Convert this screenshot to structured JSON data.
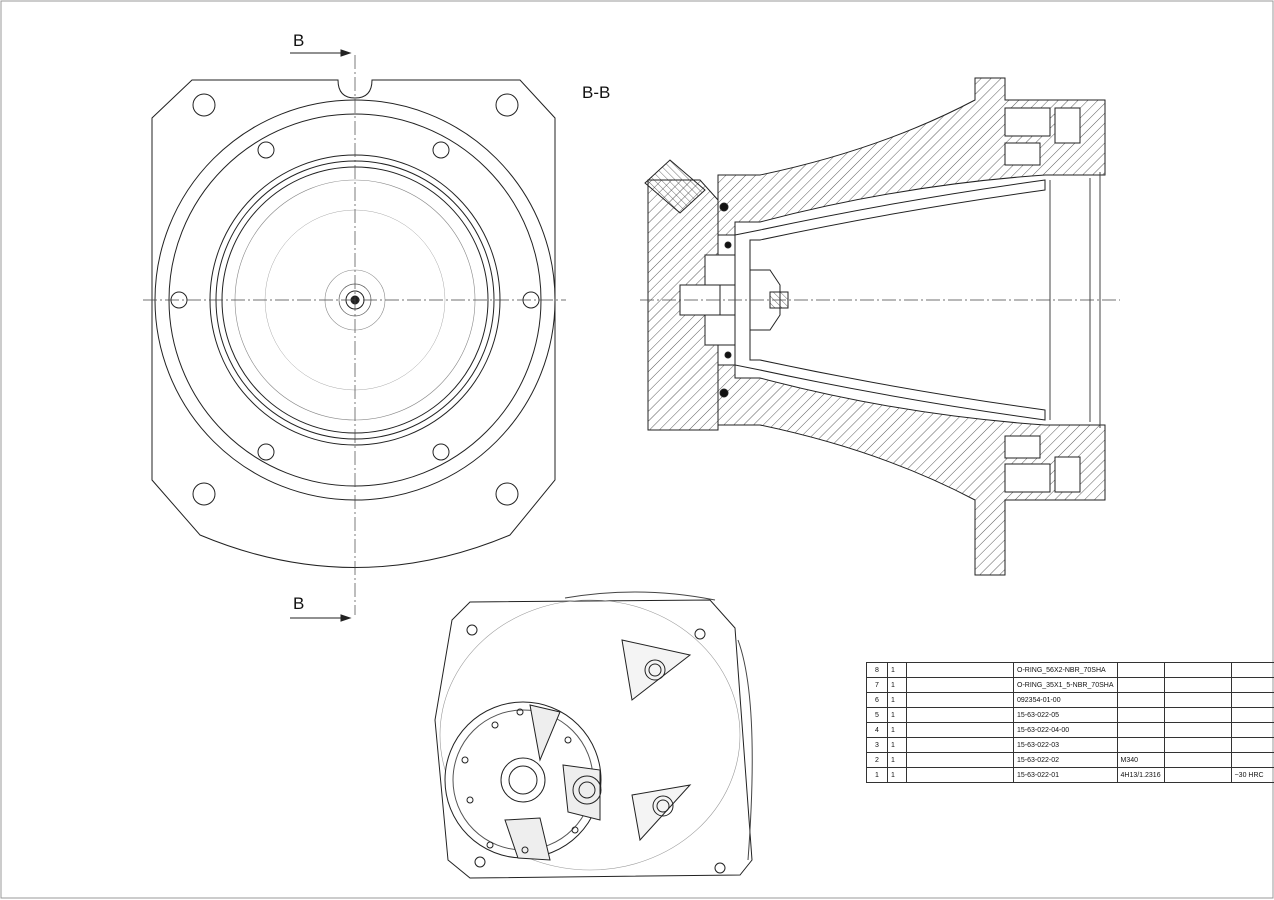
{
  "drawing": {
    "section_marker_top": "B",
    "section_marker_bottom": "B",
    "section_view_title": "B-B"
  },
  "parts_list": {
    "rows": [
      {
        "pos": "8",
        "qty": "1",
        "name": "",
        "id": "O-RING_56X2-NBR_70SHA",
        "material": "",
        "extra": "",
        "note": ""
      },
      {
        "pos": "7",
        "qty": "1",
        "name": "",
        "id": "O-RING_35X1_5-NBR_70SHA",
        "material": "",
        "extra": "",
        "note": ""
      },
      {
        "pos": "6",
        "qty": "1",
        "name": "",
        "id": "092354-01-00",
        "material": "",
        "extra": "",
        "note": ""
      },
      {
        "pos": "5",
        "qty": "1",
        "name": "",
        "id": "15-63-022-05",
        "material": "",
        "extra": "",
        "note": ""
      },
      {
        "pos": "4",
        "qty": "1",
        "name": "",
        "id": "15-63-022-04-00",
        "material": "",
        "extra": "",
        "note": ""
      },
      {
        "pos": "3",
        "qty": "1",
        "name": "",
        "id": "15-63-022-03",
        "material": "",
        "extra": "",
        "note": ""
      },
      {
        "pos": "2",
        "qty": "1",
        "name": "",
        "id": "15-63-022-02",
        "material": "M340",
        "extra": "",
        "note": ""
      },
      {
        "pos": "1",
        "qty": "1",
        "name": "",
        "id": "15-63-022-01",
        "material": "4H13/1.2316",
        "extra": "",
        "note": "~30 HRC"
      }
    ]
  }
}
